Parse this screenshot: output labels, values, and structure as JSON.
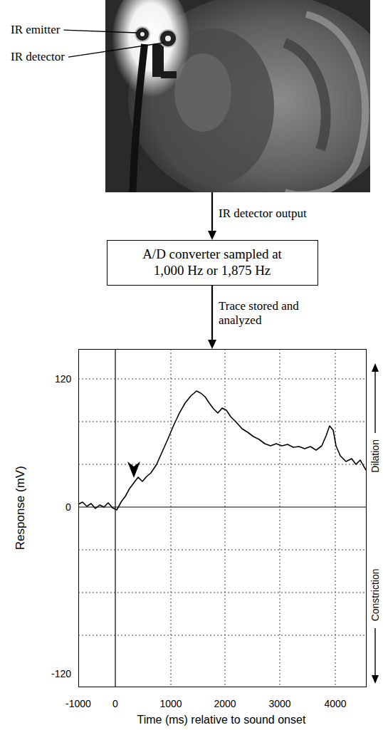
{
  "diagram": {
    "nodes": [
      {
        "text": [
          "IR emitter",
          "IR detector"
        ]
      },
      {
        "text": [
          "A/D converter sampled at 1,000 Hz or 1,875 Hz"
        ]
      },
      {
        "text": [
          "Response (mV)",
          "Time (ms) relative to sound onset"
        ]
      }
    ],
    "edges": [
      {
        "from": 0,
        "to": 1,
        "label": "IR detector output",
        "arrow": "to"
      },
      {
        "from": 1,
        "to": 2,
        "label": "Trace stored and analyzed",
        "arrow": "to"
      }
    ],
    "labels": [
      "120",
      "0",
      "-120",
      "-1000",
      "0",
      "1000",
      "2000",
      "3000",
      "4000",
      "Dilation",
      "Constriction"
    ]
  }
}
